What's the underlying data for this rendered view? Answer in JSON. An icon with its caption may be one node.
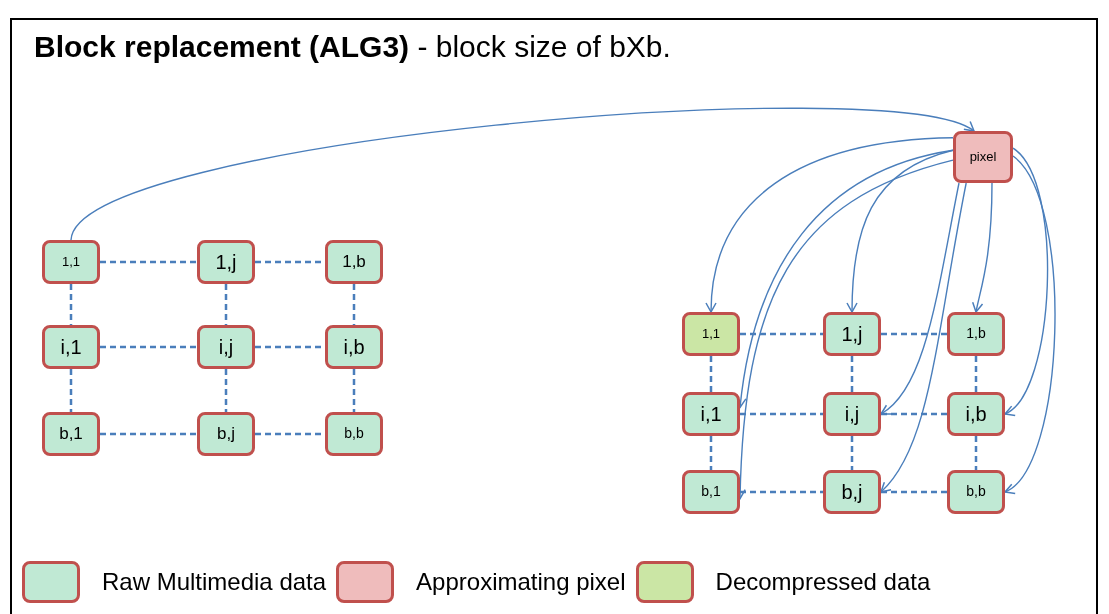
{
  "diagram": {
    "title": "**Block replacement (ALG3)** - block size of bXb.",
    "nodes": [
      {
        "text": [
          "1,1"
        ]
      },
      {
        "text": [
          "1,j"
        ]
      },
      {
        "text": [
          "1,b"
        ]
      },
      {
        "text": [
          "i,1"
        ]
      },
      {
        "text": [
          "i,j"
        ]
      },
      {
        "text": [
          "i,b"
        ]
      },
      {
        "text": [
          "b,1"
        ]
      },
      {
        "text": [
          "b,j"
        ]
      },
      {
        "text": [
          "b,b"
        ]
      },
      {
        "text": [
          "pixel"
        ]
      },
      {
        "text": [
          "1,1"
        ]
      },
      {
        "text": [
          "1,j"
        ]
      },
      {
        "text": [
          "1,b"
        ]
      },
      {
        "text": [
          "i,1"
        ]
      },
      {
        "text": [
          "i,j"
        ]
      },
      {
        "text": [
          "i,b"
        ]
      },
      {
        "text": [
          "b,1"
        ]
      },
      {
        "text": [
          "b,j"
        ]
      },
      {
        "text": [
          "b,b"
        ]
      }
    ],
    "edges": [
      {
        "from": 0,
        "to": 1,
        "arrow": "none",
        "style": "dashed"
      },
      {
        "from": 1,
        "to": 2,
        "arrow": "none",
        "style": "dashed"
      },
      {
        "from": 3,
        "to": 4,
        "arrow": "none",
        "style": "dashed"
      },
      {
        "from": 4,
        "to": 5,
        "arrow": "none",
        "style": "dashed"
      },
      {
        "from": 6,
        "to": 7,
        "arrow": "none",
        "style": "dashed"
      },
      {
        "from": 7,
        "to": 8,
        "arrow": "none",
        "style": "dashed"
      },
      {
        "from": 0,
        "to": 3,
        "arrow": "none",
        "style": "dashed"
      },
      {
        "from": 3,
        "to": 6,
        "arrow": "none",
        "style": "dashed"
      },
      {
        "from": 1,
        "to": 4,
        "arrow": "none",
        "style": "dashed"
      },
      {
        "from": 4,
        "to": 7,
        "arrow": "none",
        "style": "dashed"
      },
      {
        "from": 2,
        "to": 5,
        "arrow": "none",
        "style": "dashed"
      },
      {
        "from": 5,
        "to": 8,
        "arrow": "none",
        "style": "dashed"
      },
      {
        "from": 10,
        "to": 11,
        "arrow": "none",
        "style": "dashed"
      },
      {
        "from": 11,
        "to": 12,
        "arrow": "none",
        "style": "dashed"
      },
      {
        "from": 13,
        "to": 14,
        "arrow": "none",
        "style": "dashed"
      },
      {
        "from": 14,
        "to": 15,
        "arrow": "none",
        "style": "dashed"
      },
      {
        "from": 16,
        "to": 17,
        "arrow": "none",
        "style": "dashed"
      },
      {
        "from": 17,
        "to": 18,
        "arrow": "none",
        "style": "dashed"
      },
      {
        "from": 10,
        "to": 13,
        "arrow": "none",
        "style": "dashed"
      },
      {
        "from": 13,
        "to": 16,
        "arrow": "none",
        "style": "dashed"
      },
      {
        "from": 11,
        "to": 14,
        "arrow": "none",
        "style": "dashed"
      },
      {
        "from": 14,
        "to": 17,
        "arrow": "none",
        "style": "dashed"
      },
      {
        "from": 12,
        "to": 15,
        "arrow": "none",
        "style": "dashed"
      },
      {
        "from": 15,
        "to": 18,
        "arrow": "none",
        "style": "dashed"
      },
      {
        "from": 0,
        "to": 9,
        "arrow": "to"
      },
      {
        "from": 9,
        "to": 10,
        "arrow": "to"
      },
      {
        "from": 9,
        "to": 13,
        "arrow": "to"
      },
      {
        "from": 9,
        "to": 16,
        "arrow": "to"
      },
      {
        "from": 9,
        "to": 11,
        "arrow": "to"
      },
      {
        "from": 9,
        "to": 14,
        "arrow": "to"
      },
      {
        "from": 9,
        "to": 17,
        "arrow": "to"
      },
      {
        "from": 9,
        "to": 12,
        "arrow": "to"
      },
      {
        "from": 9,
        "to": 15,
        "arrow": "to"
      },
      {
        "from": 9,
        "to": 18,
        "arrow": "to"
      }
    ],
    "legend": [
      {
        "text": "Raw Multimedia data",
        "color": "#c0e9d4"
      },
      {
        "text": "Approximating pixel",
        "color": "#efbcbc"
      },
      {
        "text": "Decompressed data",
        "color": "#cbe6a5"
      }
    ]
  }
}
